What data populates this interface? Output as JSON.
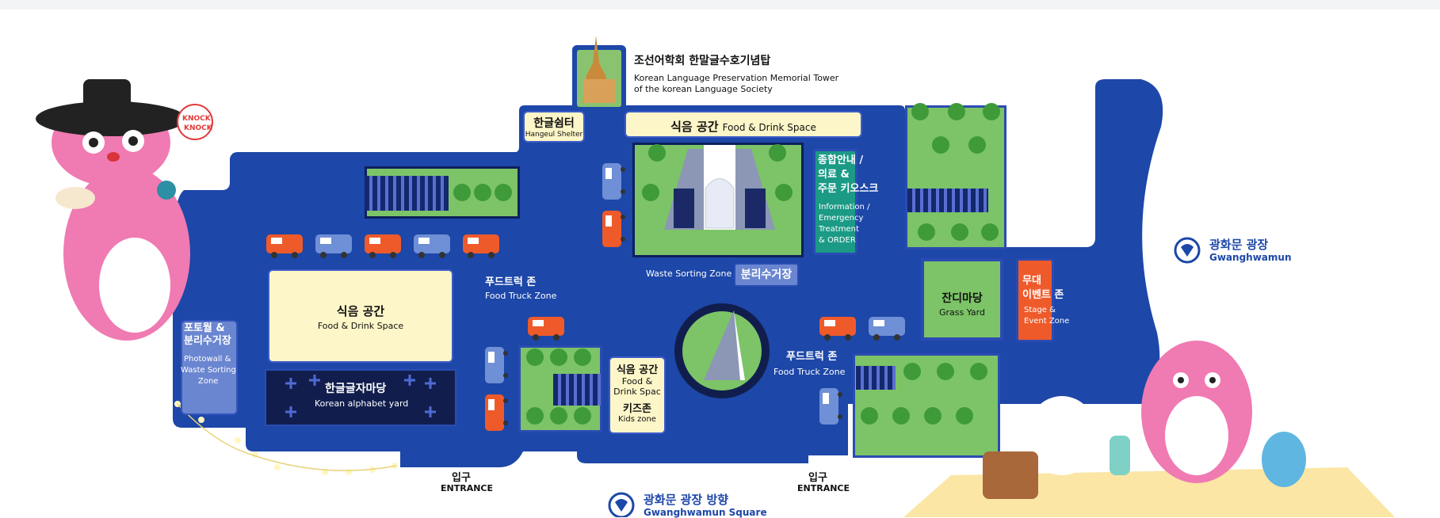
{
  "colors": {
    "map_blue": "#1d47a8",
    "grass": "#7cc467",
    "tree": "#3f9a3a",
    "cream": "#fdf6c8",
    "teal": "#1b9a86",
    "orange": "#ef5a2b",
    "dark_navy": "#111e4d",
    "accent_blue": "#1d47a8"
  },
  "memorial_tower": {
    "ko": "조선어학회 한말글수호기념탑",
    "en1": "Korean Language Preservation Memorial Tower",
    "en2": "of the korean Language Society"
  },
  "hangeul_shelter": {
    "ko": "한글쉼터",
    "en": "Hangeul Shelter"
  },
  "food_drink_top": {
    "ko": "식음 공간",
    "en": "Food & Drink Space"
  },
  "info_kiosk": {
    "ko1": "종합안내 /",
    "ko2": "의료 &",
    "ko3": "주문 키오스크",
    "en1": "Information /",
    "en2": "Emergency",
    "en3": "Treatment",
    "en4": "& ORDER"
  },
  "food_drink_left": {
    "ko": "식음 공간",
    "en": "Food & Drink Space"
  },
  "korean_alphabet_yard": {
    "ko": "한글글자마당",
    "en": "Korean alphabet yard"
  },
  "photowall": {
    "ko1": "포토월 &",
    "ko2": "분리수거장",
    "en1": "Photowall &",
    "en2": "Waste Sorting",
    "en3": "Zone"
  },
  "food_truck_left": {
    "ko": "푸드트럭 존",
    "en": "Food Truck Zone"
  },
  "waste_sorting": {
    "en": "Waste Sorting Zone",
    "ko": "분리수거장"
  },
  "food_drink_small": {
    "ko": "식음 공간",
    "en1": "Food &",
    "en2": "Drink Spac"
  },
  "kids_zone": {
    "ko": "키즈존",
    "en": "Kids zone"
  },
  "food_truck_right": {
    "ko": "푸드트럭 존",
    "en": "Food Truck Zone"
  },
  "grass_yard": {
    "ko": "잔디마당",
    "en": "Grass Yard"
  },
  "stage_zone": {
    "ko1": "무대",
    "ko2": "이벤트 존",
    "en1": "Stage &",
    "en2": "Event Zone"
  },
  "entrance_left": {
    "ko": "입구",
    "en": "ENTRANCE"
  },
  "entrance_right": {
    "ko": "입구",
    "en": "ENTRANCE"
  },
  "gwanghwamun": {
    "ko": "광화문 광장",
    "en": "Gwanghwamun"
  },
  "gwanghwamun_square": {
    "ko": "광화문 광장 방향",
    "en": "Gwanghwamun Square"
  },
  "mascot_speech": {
    "text1": "KNOCK",
    "text2": "KNOCK"
  },
  "icons": [
    "location-pin-icon",
    "food-truck-icon",
    "trash-bin-icon",
    "tree-icon",
    "mascot-illustration"
  ]
}
